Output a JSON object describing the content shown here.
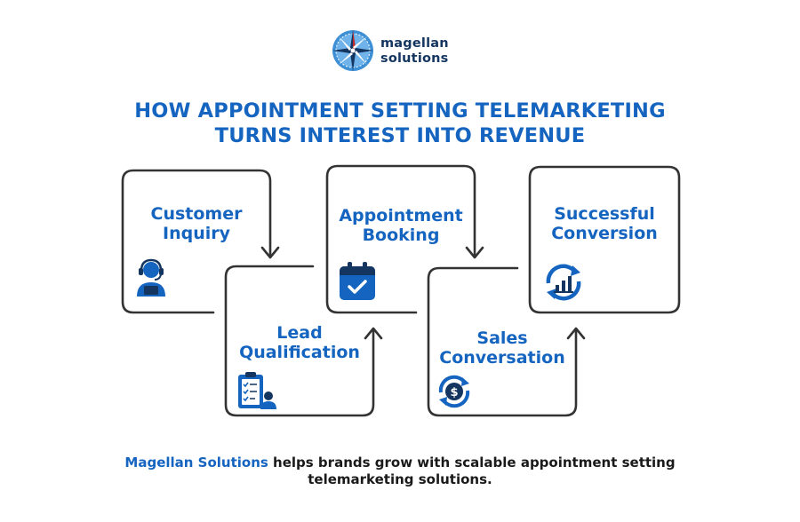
{
  "colors": {
    "brand_blue": "#1565c0",
    "navy": "#14355f",
    "text_dark": "#1a1a1a",
    "stroke": "#333333"
  },
  "logo": {
    "line1": "magellan",
    "line2": "solutions",
    "icon": "compass-rose-icon"
  },
  "title": {
    "line1": "HOW APPOINTMENT SETTING TELEMARKETING",
    "line2": "TURNS INTEREST INTO REVENUE"
  },
  "steps": [
    {
      "line1": "Customer",
      "line2": "Inquiry",
      "icon": "headset-agent-icon"
    },
    {
      "line1": "Lead",
      "line2": "Qualification",
      "icon": "clipboard-checklist-icon"
    },
    {
      "line1": "Appointment",
      "line2": "Booking",
      "icon": "calendar-check-icon"
    },
    {
      "line1": "Sales",
      "line2": "Conversation",
      "icon": "dollar-cycle-icon"
    },
    {
      "line1": "Successful",
      "line2": "Conversion",
      "icon": "chart-cycle-icon"
    }
  ],
  "footer": {
    "brand": "Magellan Solutions",
    "line1_rest": " helps brands grow with scalable appointment setting",
    "line2": "telemarketing solutions."
  }
}
